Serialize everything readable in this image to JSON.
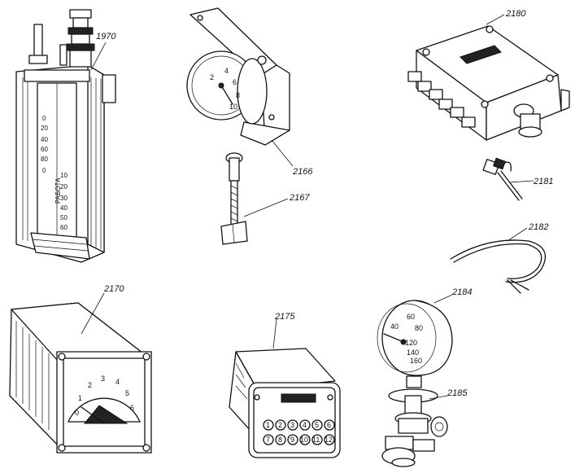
{
  "items": [
    {
      "number": "1970",
      "dial": [
        "0",
        "20",
        "40",
        "60",
        "80",
        "0",
        "10",
        "20",
        "30",
        "40",
        "50",
        "60"
      ],
      "scale_word": "РАБОТА"
    },
    {
      "number": "2166",
      "dial": [
        "2",
        "4",
        "6",
        "8",
        "10"
      ]
    },
    {
      "number": "2167"
    },
    {
      "number": "2170",
      "dial": [
        "0",
        "1",
        "2",
        "3",
        "4",
        "5",
        "6"
      ]
    },
    {
      "number": "2175",
      "keys": [
        "1",
        "2",
        "3",
        "4",
        "5",
        "6",
        "7",
        "8",
        "9",
        "10",
        "11",
        "12"
      ]
    },
    {
      "number": "2180"
    },
    {
      "number": "2181"
    },
    {
      "number": "2182"
    },
    {
      "number": "2184",
      "dial": [
        "40",
        "60",
        "80",
        "120",
        "140",
        "160"
      ]
    },
    {
      "number": "2185"
    }
  ]
}
